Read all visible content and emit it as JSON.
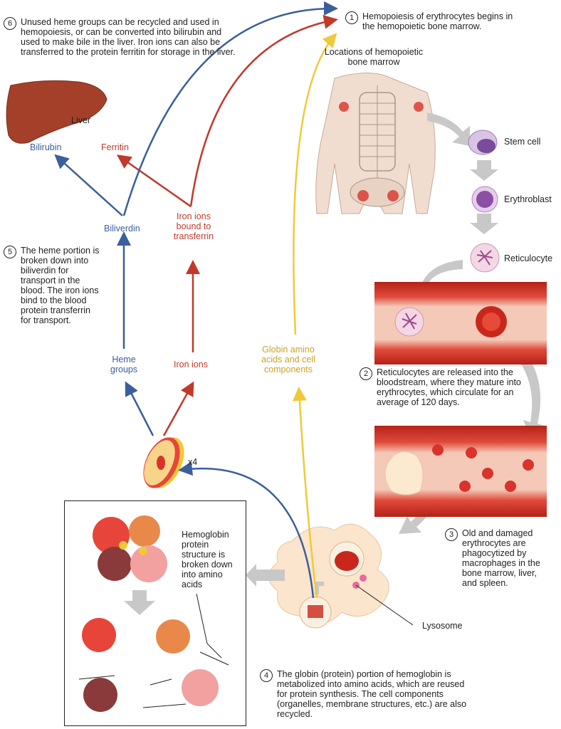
{
  "steps": {
    "s1": {
      "num": "1",
      "text": "Hemopoiesis of erythrocytes begins in the hemopoietic bone marrow."
    },
    "s2": {
      "num": "2",
      "text": "Reticulocytes are released into the bloodstream, where they mature into erythrocytes, which circulate for an average of 120 days."
    },
    "s3": {
      "num": "3",
      "text": "Old and damaged erythrocytes are phagocytized by macrophages in the bone marrow, liver, and spleen."
    },
    "s4": {
      "num": "4",
      "text": "The globin (protein) portion of hemoglobin is metabolized into amino acids, which are reused for protein synthesis. The cell components (organelles, membrane structures, etc.) are also recycled."
    },
    "s5": {
      "num": "5",
      "text": "The heme portion is broken down into biliverdin for transport in the blood. The iron ions bind to the blood protein transferrin for transport."
    },
    "s6": {
      "num": "6",
      "text": "Unused heme groups can be recycled and used in hemopoiesis, or can be converted into bilirubin and used to make bile in the liver. Iron ions can also be transferred to the protein ferritin for storage in the liver."
    }
  },
  "labels": {
    "locations": "Locations of hemopoietic bone marrow",
    "stem_cell": "Stem cell",
    "erythroblast": "Erythroblast",
    "reticulocyte": "Reticulocyte",
    "liver": "Liver",
    "bilirubin": "Bilirubin",
    "ferritin": "Ferritin",
    "biliverdin": "Biliverdin",
    "iron_bound": "Iron ions bound to transferrin",
    "heme_groups": "Heme groups",
    "iron_ions": "Iron ions",
    "globin": "Globin amino acids and cell components",
    "x4": "x4",
    "hemoglobin_box": "Hemoglobin protein structure is broken down into amino acids",
    "lysosome": "Lysosome"
  },
  "colors": {
    "heme": "#3b5e9c",
    "iron": "#c0392b",
    "globin": "#f0c93a",
    "vessel": "#d9332b"
  }
}
